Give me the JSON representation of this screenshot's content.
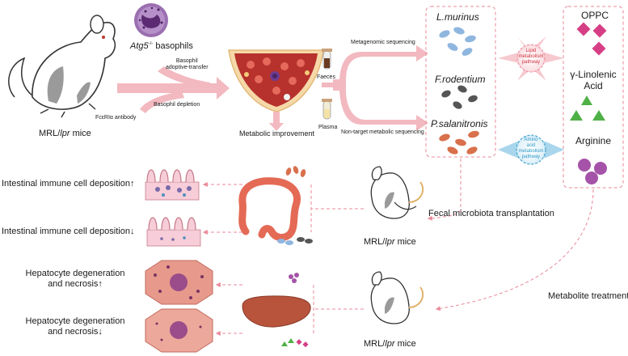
{
  "top": {
    "basophils_gene": "Atg5",
    "basophils_gene_sup": "-/-",
    "basophils_suffix": " basophils",
    "adoptive_transfer_l1": "Basophil",
    "adoptive_transfer_l2": "adoptive-transfer",
    "basophil_depletion": "Basophil depletion",
    "antibody": "FcεRIα antibody",
    "mouse_label_prefix": "MRL/",
    "mouse_label_italic": "lpr",
    "mouse_label_suffix": " mice",
    "metabolic_improvement": "Metabolic improvement",
    "faeces": "Faeces",
    "plasma": "Plasma",
    "metagenomic": "Metagenomic sequencing",
    "non_target": "Non-target metabolic sequencing"
  },
  "bacteria": {
    "b1": "L.murinus",
    "b2": "F.rodentium",
    "b3": "P.salanitronis"
  },
  "pathways": {
    "lipid_l1": "Lipid",
    "lipid_l2": "metabolism",
    "lipid_l3": "pathway",
    "amino_l1": "Amino",
    "amino_l2": "acid",
    "amino_l3": "metabolism",
    "amino_l4": "pathway"
  },
  "metabolites": {
    "m1": "OPPC",
    "m2_l1": "γ-Linolenic",
    "m2_l2": "Acid",
    "m3": "Arginine"
  },
  "bottom": {
    "intestine_up": "Intestinal immune cell deposition↑",
    "intestine_down": "Intestinal immune cell deposition↓",
    "fmt": "Fecal microbiota transplantation",
    "metabolite_treatment": "Metabolite treatment",
    "hep_up_l1": "Hepatocyte degeneration",
    "hep_up_l2": "and necrosis↑",
    "hep_down_l1": "Hepatocyte degeneration",
    "hep_down_l2": "and necrosis↓",
    "mouse_mid_prefix": "MRL/",
    "mouse_mid_italic": "lpr",
    "mouse_mid_suffix": " mice",
    "mouse_bot_prefix": "MRL/",
    "mouse_bot_italic": "lpr",
    "mouse_bot_suffix": " mice"
  },
  "colors": {
    "arrow_pink": "#f3b9c0",
    "dashed_pink": "#e98a9a",
    "magenta": "#d63f86",
    "green": "#4fb047",
    "purple": "#a553a8",
    "blue_bacteria": "#8fb6df",
    "gray_bacteria": "#555555",
    "orange_bacteria": "#d9704c",
    "lipid_text": "#d0303d",
    "amino_text": "#2e9bc8"
  }
}
